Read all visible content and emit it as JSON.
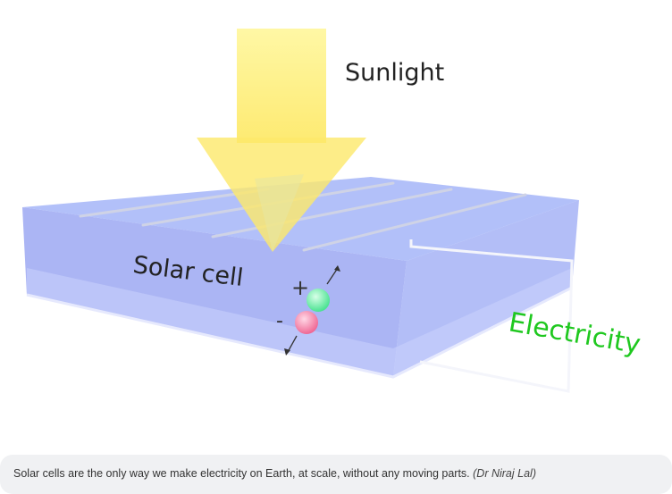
{
  "figure": {
    "labels": {
      "sunlight": "Sunlight",
      "solar_cell": "Solar cell",
      "electricity": "Electricity",
      "plus": "+",
      "minus": "-"
    },
    "colors": {
      "sunlight": "#fff27a",
      "slab": "#8f9cf0",
      "electricity_text": "#1fc81f",
      "hole": "#6ef0a0",
      "electron": "#f07aa0"
    }
  },
  "caption": {
    "text": "Solar cells are the only way we make electricity on Earth, at scale, without any moving parts.",
    "credit": "(Dr Niraj Lal)"
  }
}
